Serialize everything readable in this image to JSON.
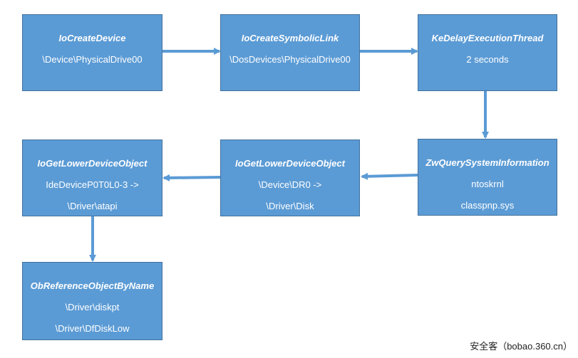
{
  "colors": {
    "box_fill": "#5b9bd5",
    "box_border": "#41719c",
    "arrow": "#5b9bd5",
    "text": "#ffffff"
  },
  "nodes": [
    {
      "title": "IoCreateDevice",
      "lines": [
        "\\Device\\PhysicalDrive00"
      ]
    },
    {
      "title": "IoCreateSymbolicLink",
      "lines": [
        "\\DosDevices\\PhysicalDrive00"
      ]
    },
    {
      "title": "KeDelayExecutionThread",
      "lines": [
        "2 seconds"
      ]
    },
    {
      "title": "ZwQuerySystemInformation",
      "lines": [
        "ntoskrnl",
        "classpnp.sys"
      ]
    },
    {
      "title": "IoGetLowerDeviceObject",
      "lines": [
        "\\Device\\DR0 ->",
        "\\Driver\\Disk"
      ]
    },
    {
      "title": "IoGetLowerDeviceObject",
      "lines": [
        "IdeDeviceP0T0L0-3 ->",
        "\\Driver\\atapi"
      ]
    },
    {
      "title": "ObReferenceObjectByName",
      "lines": [
        "\\Driver\\diskpt",
        "\\Driver\\DfDiskLow"
      ]
    }
  ],
  "edges": [
    {
      "from": 0,
      "to": 1
    },
    {
      "from": 1,
      "to": 2
    },
    {
      "from": 2,
      "to": 3
    },
    {
      "from": 3,
      "to": 4
    },
    {
      "from": 4,
      "to": 5
    },
    {
      "from": 5,
      "to": 6
    }
  ],
  "watermark": "安全客（bobao.360.cn）"
}
